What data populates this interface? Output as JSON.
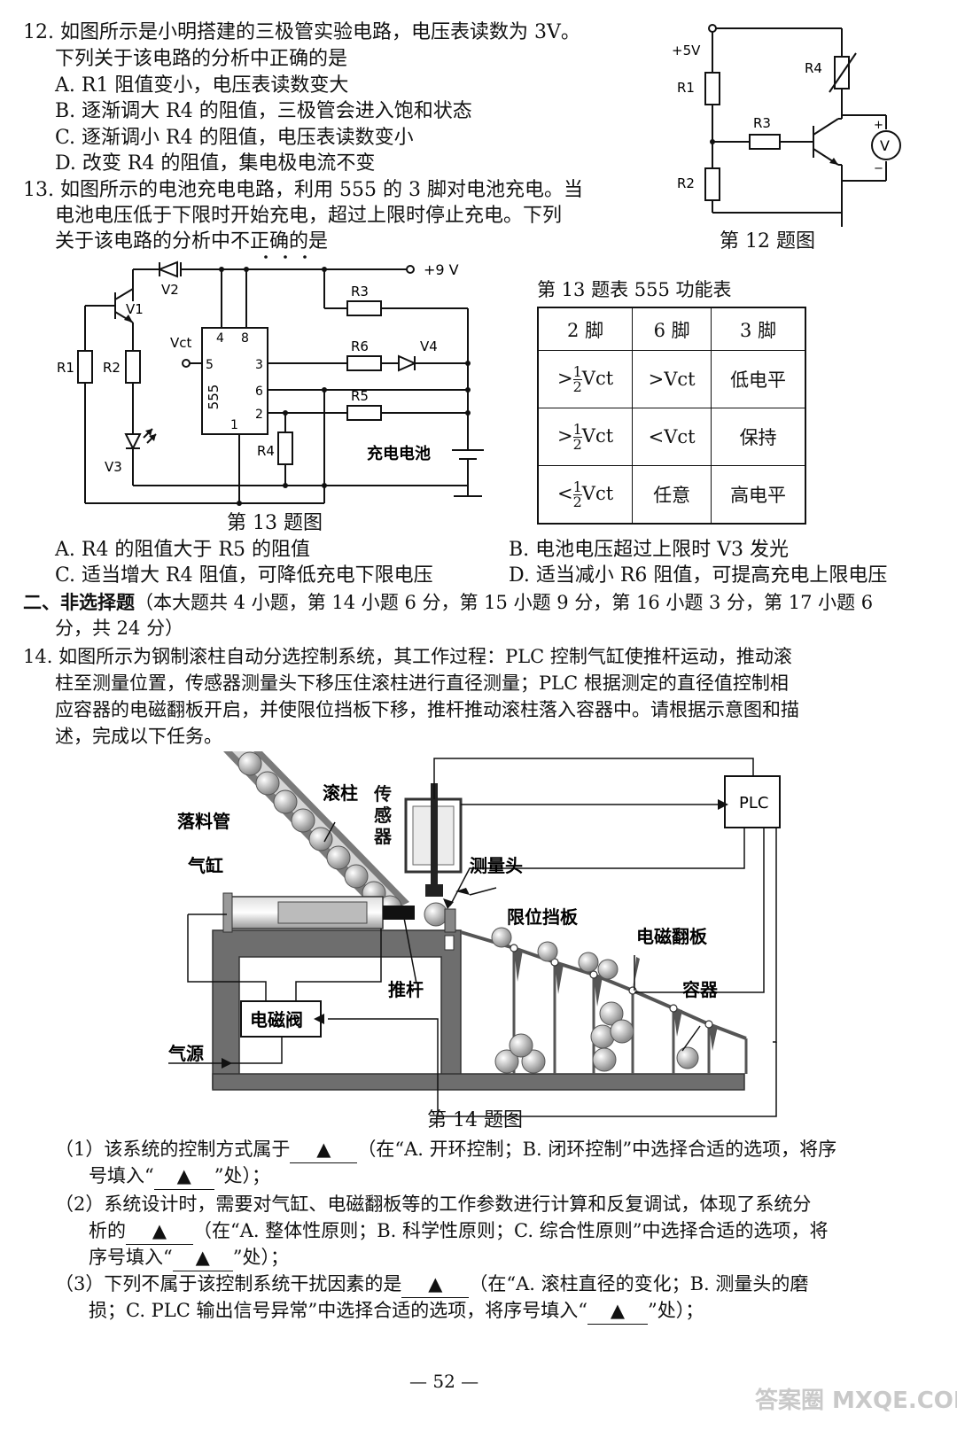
{
  "q12": {
    "stem1": "12. 如图所示是小明搭建的三极管实验电路，电压表读数为 3V。",
    "stem2": "下列关于该电路的分析中正确的是",
    "options": [
      "A. R1 阻值变小，电压表读数变大",
      "B. 逐渐调大 R4 的阻值，三极管会进入饱和状态",
      "C. 逐渐调小 R4 的阻值，电压表读数变小",
      "D. 改变 R4 的阻值，集电极电流不变"
    ],
    "figure_caption": "第 12 题图",
    "labels": {
      "supply": "+5V",
      "r1": "R1",
      "r2": "R2",
      "r3": "R3",
      "r4": "R4",
      "plus": "+",
      "meter": "V",
      "minus": "−"
    }
  },
  "q13": {
    "stem1": "13. 如图所示的电池充电电路，利用 555 的 3 脚对电池充电。当",
    "stem2": "电池电压低于下限时开始充电，超过上限时停止充电。下列",
    "stem3": "关于该电路的分析中不正确的是",
    "figure_caption": "第 13 题图",
    "labels": {
      "supply": "+9 V",
      "v1": "V1",
      "v2": "V2",
      "v3": "V3",
      "v4": "V4",
      "r1": "R1",
      "r2": "R2",
      "r3": "R3",
      "r4": "R4",
      "r5": "R5",
      "r6": "R6",
      "vct": "Vct",
      "chip": "555",
      "p4": "4",
      "p8": "8",
      "p5": "5",
      "p3": "3",
      "p6": "6",
      "p2": "2",
      "p1": "1",
      "battery": "充电电池"
    },
    "table": {
      "title": "第 13 题表   555 功能表",
      "headers": [
        "2 脚",
        "6 脚",
        "3 脚"
      ],
      "rows": [
        {
          "pin2_sign": ">",
          "pin2_unit": "Vct",
          "pin6": ">Vct",
          "pin3": "低电平"
        },
        {
          "pin2_sign": ">",
          "pin2_unit": "Vct",
          "pin6": "<Vct",
          "pin3": "保持"
        },
        {
          "pin2_sign": "<",
          "pin2_unit": "Vct",
          "pin6": "任意",
          "pin3": "高电平"
        }
      ],
      "frac_num": "1",
      "frac_den": "2"
    },
    "options": [
      "A. R4 的阻值大于 R5 的阻值",
      "B. 电池电压超过上限时 V3 发光",
      "C. 适当增大 R4 阻值，可降低充电下限电压",
      "D. 适当减小 R6 阻值，可提高充电上限电压"
    ]
  },
  "section2": {
    "heading": "二、非选择题",
    "note1": "（本大题共 4 小题，第 14 小题 6 分，第 15 小题 9 分，第 16 小题 3 分，第 17 小题 6",
    "note2": "分，共 24 分）"
  },
  "q14": {
    "stem1": "14. 如图所示为钢制滚柱自动分选控制系统，其工作过程：PLC 控制气缸使推杆运动，推动滚",
    "stem2": "柱至测量位置，传感器测量头下移压住滚柱进行直径测量；PLC 根据测定的直径值控制相",
    "stem3": "应容器的电磁翻板开启，并使限位挡板下移，推杆推动滚柱落入容器中。请根据示意图和描",
    "stem4": "述，完成以下任务。",
    "figure_caption": "第 14 题图",
    "labels": {
      "pipe": "落料管",
      "roller": "滚柱",
      "sensor": "传感器",
      "plc": "PLC",
      "probe": "测量头",
      "cylinder": "气缸",
      "stopper": "限位挡板",
      "flap": "电磁翻板",
      "container": "容器",
      "rod": "推杆",
      "valve": "电磁阀",
      "air": "气源"
    },
    "blank_mark": "▲",
    "sub1_a": "（1）该系统的控制方式属于",
    "sub1_b": "（在“A. 开环控制；B. 闭环控制”中选择合适的选项，将序",
    "sub1_c": "号填入“",
    "sub1_d": "”处）；",
    "sub2_a": "（2）系统设计时，需要对气缸、电磁翻板等的工作参数进行计算和反复调试，体现了系统分",
    "sub2_b": "析的",
    "sub2_c": "（在“A. 整体性原则；B. 科学性原则；C. 综合性原则”中选择合适的选项，将",
    "sub2_d": "序号填入“",
    "sub2_e": "”处）；",
    "sub3_a": "（3）下列不属于该控制系统干扰因素的是",
    "sub3_b": "（在“A. 滚柱直径的变化；B. 测量头的磨",
    "sub3_c": "损；C. PLC 输出信号异常”中选择合适的选项，将序号填入“",
    "sub3_d": "”处）；"
  },
  "page_number": "— 52 —",
  "watermark": "答案圈 MXQE.COM"
}
